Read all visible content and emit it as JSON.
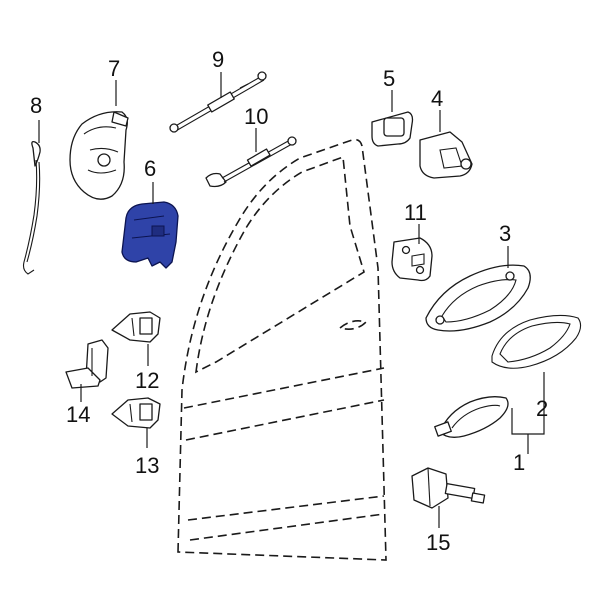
{
  "callouts": {
    "c1": "1",
    "c2": "2",
    "c3": "3",
    "c4": "4",
    "c5": "5",
    "c6": "6",
    "c7": "7",
    "c8": "8",
    "c9": "9",
    "c10": "10",
    "c11": "11",
    "c12": "12",
    "c13": "13",
    "c14": "14",
    "c15": "15"
  },
  "colors": {
    "highlight": "#2f43a8",
    "line": "#1a1a1a",
    "background": "#ffffff"
  }
}
